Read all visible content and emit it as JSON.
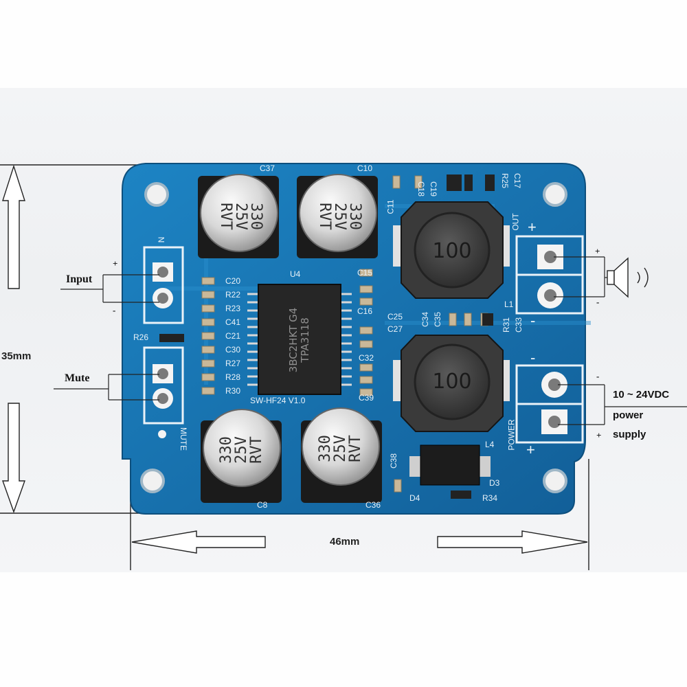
{
  "annotations": {
    "input_label": "Input",
    "input_plus": "+",
    "input_minus": "-",
    "mute_label": "Mute",
    "height_dim": "35mm",
    "width_dim": "46mm",
    "speaker_plus": "+",
    "speaker_minus": "-",
    "power_minus": "-",
    "power_plus": "+",
    "power_voltage": "10 ~ 24VDC",
    "power_word": "power",
    "power_supply": "supply"
  },
  "board": {
    "capacitor_value_line1": "330",
    "capacitor_value_line2": "25V",
    "capacitor_value_line3": "RVT",
    "inductor_value": "100",
    "chip_line1": "3BC2HKT G4",
    "chip_line2": "TPA3118",
    "board_name": "SW-HF24 V1.0",
    "silk_u4": "U4",
    "silk_c37": "C37",
    "silk_c10": "C10",
    "silk_c8": "C8",
    "silk_c36": "C36",
    "silk_c11": "C11",
    "silk_c18": "C18",
    "silk_c19": "C19",
    "silk_r25": "R25",
    "silk_c17": "C17",
    "silk_out": "OUT",
    "silk_l1": "L1",
    "silk_l4": "L4",
    "silk_c15": "C15",
    "silk_c16": "C16",
    "silk_c25": "C25",
    "silk_c27": "C27",
    "silk_c32": "C32",
    "silk_c39": "C39",
    "silk_c34": "C34",
    "silk_c35": "C35",
    "silk_r31": "R31",
    "silk_c33": "C33",
    "silk_c20": "C20",
    "silk_r22": "R22",
    "silk_r23": "R23",
    "silk_c41": "C41",
    "silk_c21": "C21",
    "silk_c30": "C30",
    "silk_r27": "R27",
    "silk_r28": "R28",
    "silk_r30": "R30",
    "silk_r26": "R26",
    "silk_c38": "C38",
    "silk_d3": "D3",
    "silk_d4": "D4",
    "silk_r34": "R34",
    "silk_power": "POWER",
    "silk_mute": "MUTE",
    "silk_n": "N",
    "silk_plus": "+",
    "silk_minus": "-"
  },
  "colors": {
    "pcb_blue": "#1976b3",
    "pcb_dark": "#0f5a8c",
    "silkscreen": "#eaf2f8",
    "pad": "#f4f4f4"
  }
}
